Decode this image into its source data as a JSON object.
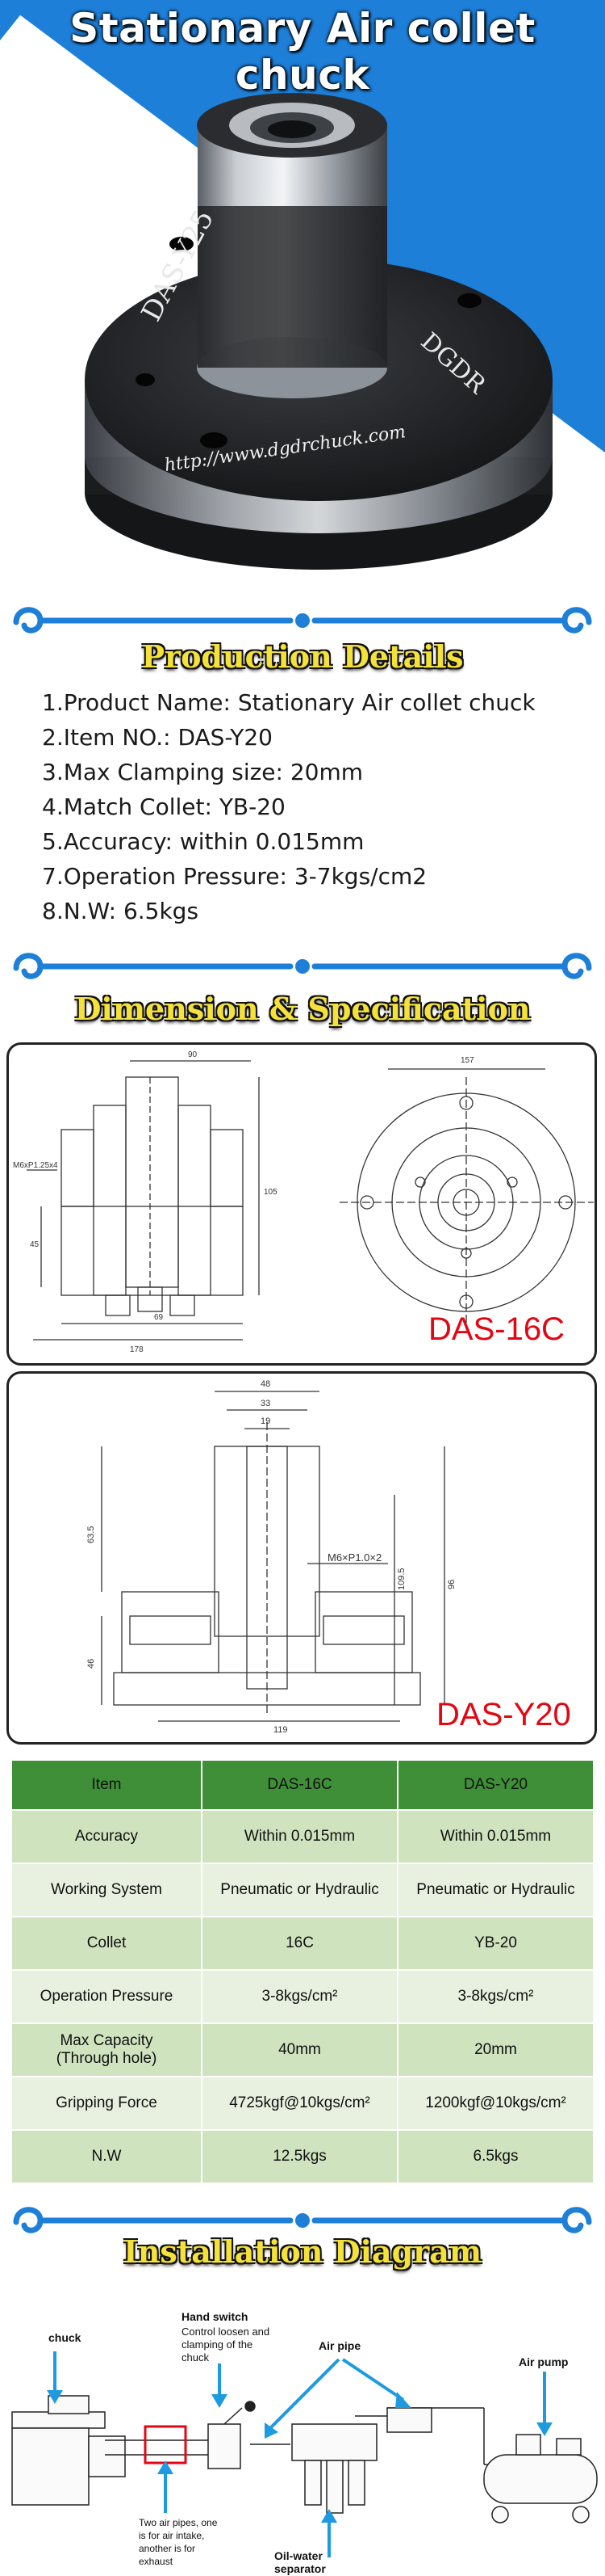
{
  "hero": {
    "title": "Stationary Air collet chuck",
    "engraving_model": "DAS-Y25",
    "engraving_brand": "DGDR",
    "engraving_url": "http://www.dgdrchuck.com",
    "colors": {
      "blue": "#1e7fd9",
      "dark": "#1a1a1a"
    }
  },
  "production": {
    "heading": "Production Details",
    "items": [
      "1.Product Name: Stationary Air collet chuck",
      "2.Item NO.: DAS-Y20",
      "3.Max Clamping size: 20mm",
      "4.Match Collet: YB-20",
      "5.Accuracy: within 0.015mm",
      "7.Operation Pressure: 3-7kgs/cm2",
      "8.N.W: 6.5kgs"
    ]
  },
  "dimension": {
    "heading": "Dimension & Specification",
    "drawing1": {
      "label": "DAS-16C",
      "dims": {
        "top": "90",
        "left": "M6xP1.25x4",
        "side": "105",
        "h2": "45",
        "bottom1": "69",
        "bottom2": "178",
        "circle": "157"
      }
    },
    "drawing2": {
      "label": "DAS-Y20",
      "dims": {
        "d48": "48",
        "d33": "33",
        "d19": "19",
        "h635": "63.5",
        "thread": "M6×P1.0×2",
        "h1095": "109.5",
        "h96": "96",
        "h46": "46",
        "w119": "119"
      }
    }
  },
  "spec_table": {
    "headers": [
      "Item",
      "DAS-16C",
      "DAS-Y20"
    ],
    "rows": [
      [
        "Accuracy",
        "Within 0.015mm",
        "Within 0.015mm"
      ],
      [
        "Working System",
        "Pneumatic or Hydraulic",
        "Pneumatic or Hydraulic"
      ],
      [
        "Collet",
        "16C",
        "YB-20"
      ],
      [
        "Operation Pressure",
        "3-8kgs/cm²",
        "3-8kgs/cm²"
      ],
      [
        "Max Capacity",
        "40mm",
        "20mm"
      ],
      [
        "Gripping Force",
        "4725kgf@10kgs/cm²",
        "1200kgf@10kgs/cm²"
      ],
      [
        "N.W",
        "12.5kgs",
        "6.5kgs"
      ]
    ],
    "max_capacity_sub": "(Through hole)"
  },
  "installation": {
    "heading": "Installation Diagram",
    "chuck": "chuck",
    "hand_switch_title": "Hand switch",
    "hand_switch_desc1": "Control loosen and",
    "hand_switch_desc2": "clamping of the",
    "hand_switch_desc3": "chuck",
    "air_pipe": "Air pipe",
    "air_pump": "Air pump",
    "two_pipes_1": "Two air pipes, one",
    "two_pipes_2": "is for air intake,",
    "two_pipes_3": "another is for",
    "two_pipes_4": "exhaust",
    "separator_1": "Oil-water",
    "separator_2": "separator"
  }
}
